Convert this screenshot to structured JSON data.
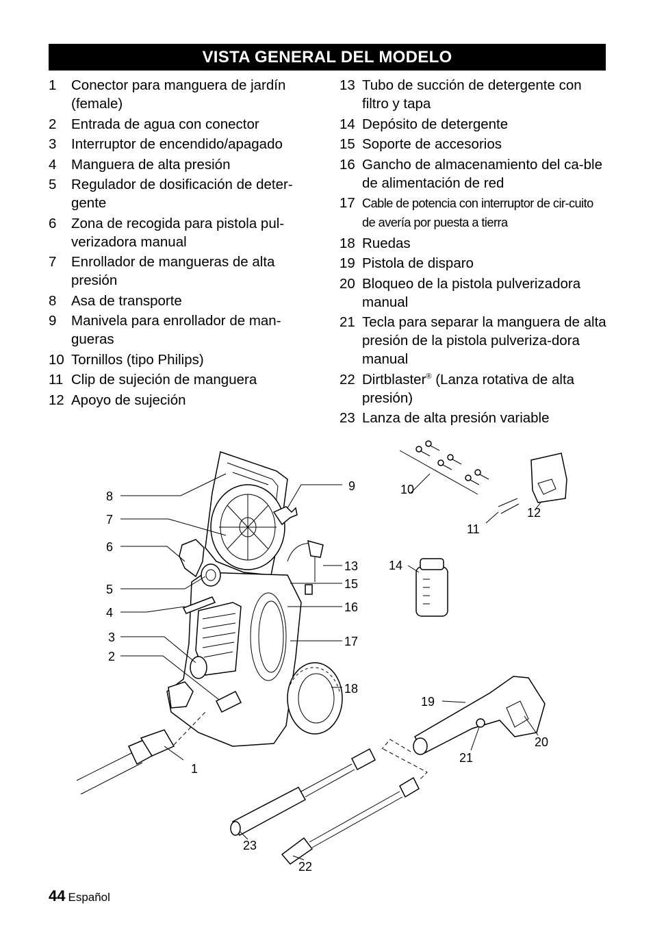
{
  "title": "VISTA GENERAL DEL MODELO",
  "items_left": [
    {
      "num": "1",
      "text": "Conector para manguera de jardín (female)"
    },
    {
      "num": "2",
      "text": "Entrada de agua con conector"
    },
    {
      "num": "3",
      "text": "Interruptor de encendido/apagado"
    },
    {
      "num": "4",
      "text": "Manguera de alta presión"
    },
    {
      "num": "5",
      "text": "Regulador de dosificación de deter-gente"
    },
    {
      "num": "6",
      "text": "Zona de recogida para pistola pul-verizadora manual"
    },
    {
      "num": "7",
      "text": "Enrollador de mangueras de alta presión"
    },
    {
      "num": "8",
      "text": "Asa de transporte"
    },
    {
      "num": "9",
      "text": "Manivela para enrollador de man-gueras"
    },
    {
      "num": "10",
      "text": "Tornillos (tipo Philips)"
    },
    {
      "num": "11",
      "text": "Clip de sujeción de manguera"
    },
    {
      "num": "12",
      "text": "Apoyo de sujeción"
    }
  ],
  "items_right": [
    {
      "num": "13",
      "text": "Tubo de succión de detergente con filtro y tapa"
    },
    {
      "num": "14",
      "text": "Depósito de detergente"
    },
    {
      "num": "15",
      "text": "Soporte de accesorios"
    },
    {
      "num": "16",
      "text": "Gancho de almacenamiento del ca-ble de alimentación de red"
    },
    {
      "num": "17",
      "text": "Cable de potencia con interruptor de cir-cuito de avería por puesta a tierra"
    },
    {
      "num": "18",
      "text": "Ruedas"
    },
    {
      "num": "19",
      "text": "Pistola de disparo"
    },
    {
      "num": "20",
      "text": "Bloqueo de la pistola pulverizadora manual"
    },
    {
      "num": "21",
      "text": "Tecla para separar la manguera de alta presión de la pistola pulveriza-dora manual"
    },
    {
      "num": "22",
      "text": "Dirtblaster",
      "sup": "®",
      "text2": " (Lanza rotativa de alta presión)"
    },
    {
      "num": "23",
      "text": "Lanza de alta presión variable"
    }
  ],
  "diagram_labels": {
    "l1": "1",
    "l2": "2",
    "l3": "3",
    "l4": "4",
    "l5": "5",
    "l6": "6",
    "l7": "7",
    "l8": "8",
    "l9": "9",
    "l10": "10",
    "l11": "11",
    "l12": "12",
    "l13": "13",
    "l14": "14",
    "l15": "15",
    "l16": "16",
    "l17": "17",
    "l18": "18",
    "l19": "19",
    "l20": "20",
    "l21": "21",
    "l22": "22",
    "l23": "23"
  },
  "footer": {
    "page": "44",
    "language": "Español"
  }
}
